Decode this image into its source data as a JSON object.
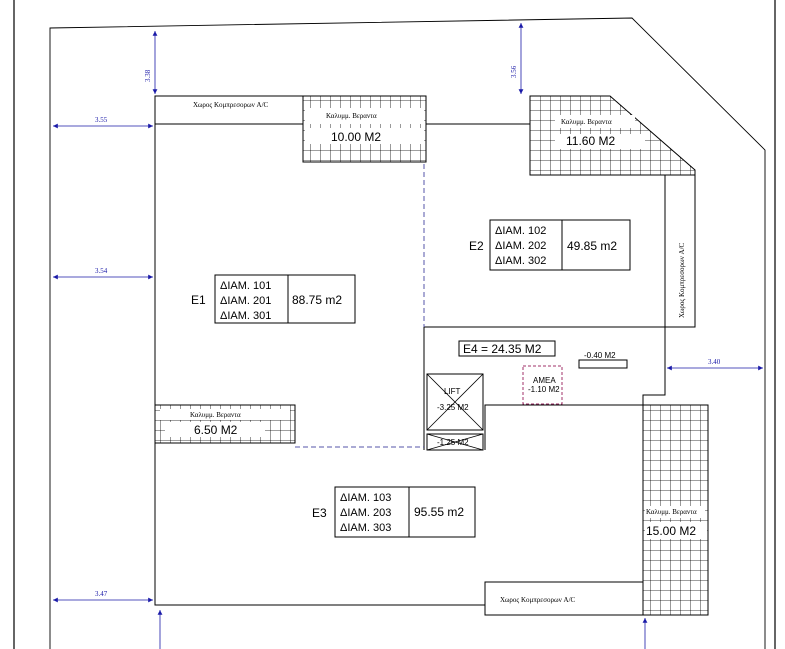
{
  "units": [
    {
      "id": "E1",
      "label": "E1",
      "apartments": [
        "ΔΙΑΜ. 101",
        "ΔΙΑΜ. 201",
        "ΔΙΑΜ. 301"
      ],
      "area": "88.75 m2"
    },
    {
      "id": "E2",
      "label": "E2",
      "apartments": [
        "ΔΙΑΜ. 102",
        "ΔΙΑΜ. 202",
        "ΔΙΑΜ. 302"
      ],
      "area": "49.85 m2"
    },
    {
      "id": "E3",
      "label": "E3",
      "apartments": [
        "ΔΙΑΜ. 103",
        "ΔΙΑΜ. 203",
        "ΔΙΑΜ. 303"
      ],
      "area": "95.55 m2"
    }
  ],
  "common_area": "E4 = 24.35 M2",
  "lift": {
    "label": "LIFT",
    "area": "-3.25 M2",
    "below": "-1.25 M2"
  },
  "amea": {
    "label": "AMEA",
    "area": "-1.10 M2"
  },
  "small_area": "-0.40 M2",
  "verandas": [
    {
      "id": "v1",
      "title": "Καλυμμ. Βεραντα",
      "area": "10.00 M2"
    },
    {
      "id": "v2",
      "title": "Καλυμμ. Βεραντα",
      "area": "11.60 M2"
    },
    {
      "id": "v3",
      "title": "Καλυμμ. Βεραντα",
      "area": "6.50 M2"
    },
    {
      "id": "v4",
      "title": "Καλυμμ. Βεραντα",
      "area": "15.00 M2"
    }
  ],
  "compressor_label": "Χωρος Κομπρεσορων  A/C",
  "dimensions": {
    "top_left_vertical": "3.38",
    "top_mid_vertical": "3.56",
    "left_1": "3.55",
    "left_2": "3.54",
    "left_3": "3.47",
    "right_1": "3.40"
  }
}
